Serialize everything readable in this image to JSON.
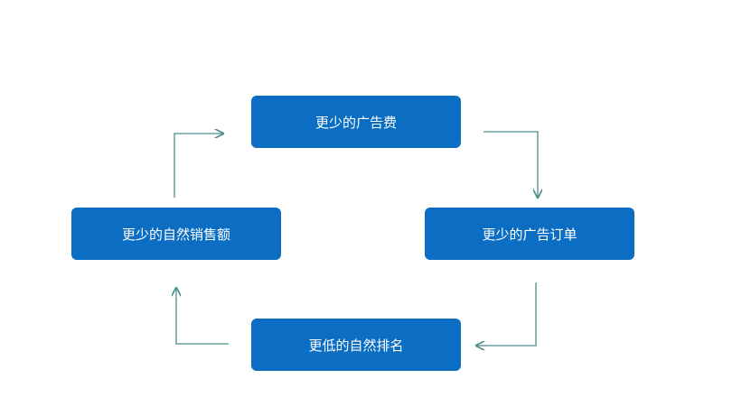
{
  "nodes": {
    "top": "更少的广告费",
    "right": "更少的广告订单",
    "bottom": "更低的自然排名",
    "left": "更少的自然销售额"
  },
  "colors": {
    "node_fill": "#0b6ec3",
    "node_text": "#ffffff",
    "connector": "#4a8f8a"
  }
}
